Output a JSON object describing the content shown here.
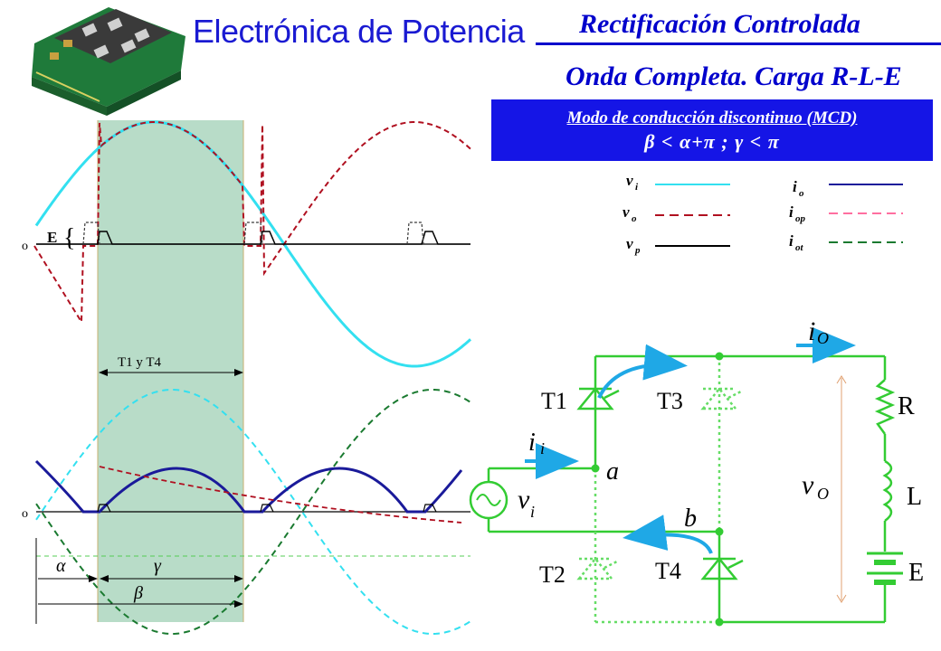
{
  "header": {
    "title": "Electrónica de Potencia",
    "subtitle_1": "Rectificación Controlada",
    "subtitle_2": "Onda Completa. Carga R-L-E",
    "accent_color": "#0000cc"
  },
  "mode_box": {
    "line1": "Modo de conducción discontinuo (MCD)",
    "line2": "β < α+π ;  γ < π",
    "background": "#1515e6"
  },
  "legend": {
    "left": [
      {
        "label": "v",
        "sub": "i",
        "color": "#33e0f0",
        "style": "solid"
      },
      {
        "label": "v",
        "sub": "o",
        "color": "#b01020",
        "style": "dashed"
      },
      {
        "label": "v",
        "sub": "p",
        "color": "#000000",
        "style": "solid"
      }
    ],
    "right": [
      {
        "label": "i",
        "sub": "o",
        "color": "#1a1a9a",
        "style": "solid"
      },
      {
        "label": "i",
        "sub": "op",
        "color": "#ff6fa0",
        "style": "dashed"
      },
      {
        "label": "i",
        "sub": "ot",
        "color": "#1a7a30",
        "style": "dashed"
      }
    ]
  },
  "waveforms": {
    "top_origin": "o",
    "bottom_origin": "o",
    "E_label": "E",
    "conduction_label": "T1 y T4",
    "alpha": "α",
    "gamma": "γ",
    "beta": "β",
    "band_color": "#b8dcc8"
  },
  "circuit": {
    "io": "i",
    "io_sub": "O",
    "T1": "T1",
    "T2": "T2",
    "T3": "T3",
    "T4": "T4",
    "R": "R",
    "L": "L",
    "E": "E",
    "ii": "i",
    "ii_sub": "i",
    "vi": "v",
    "vi_sub": "i",
    "a": "a",
    "b": "b",
    "vo": "v",
    "vo_sub": "O",
    "wire_color": "#33cc33"
  }
}
